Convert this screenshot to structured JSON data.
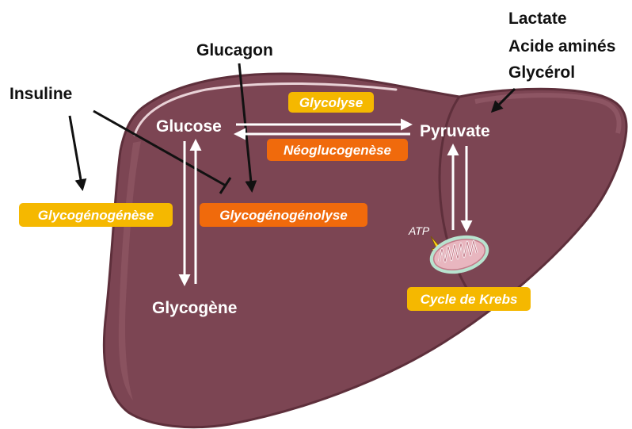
{
  "diagram": {
    "substrates": {
      "lactate": "Lactate",
      "amino_acids": "Acide aminés",
      "glycerol": "Glycérol"
    },
    "hormones": {
      "glucagon": "Glucagon",
      "insulin": "Insuline"
    },
    "metabolites": {
      "glucose": "Glucose",
      "pyruvate": "Pyruvate",
      "glycogen": "Glycogène"
    },
    "processes": {
      "glycolysis": "Glycolyse",
      "gluconeogenesis": "Néoglucogenèse",
      "glycogenesis": "Glycogénogénèse",
      "glycogenolysis": "Glycogénogénolyse",
      "krebs": "Cycle de Krebs"
    },
    "atp_label": "ATP",
    "colors": {
      "liver": "#7c4553",
      "liver_dark": "#5e2f3b",
      "liver_light": "#8d5563",
      "tag_yellow": "#f5b800",
      "tag_orange": "#f06a0c",
      "arrow_white": "#ffffff",
      "text_dark": "#111111",
      "mito_fill": "#e8b6bf",
      "mito_outer": "#b8e3cf",
      "bolt": "#ffd21a"
    }
  }
}
